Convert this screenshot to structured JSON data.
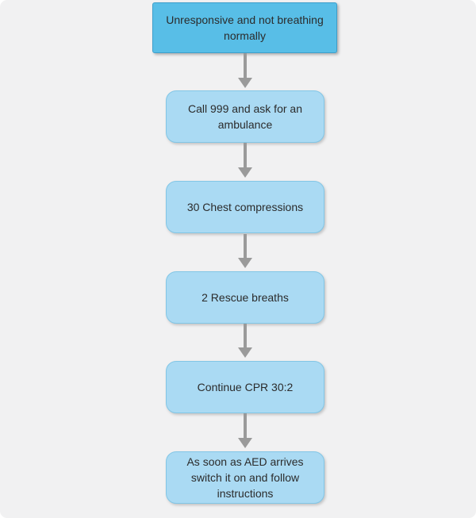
{
  "colors": {
    "background": "#f1f1f2",
    "start_node_fill": "#58bee7",
    "start_node_border": "#3d9fcb",
    "step_node_fill": "#aadaf3",
    "step_node_border": "#82c6e6",
    "arrow": "#9a9a9a",
    "text": "#2b2b2b"
  },
  "flowchart": {
    "type": "flowchart",
    "direction": "top-down",
    "nodes": [
      {
        "id": "start",
        "label": "Unresponsive and not breathing normally"
      },
      {
        "id": "step-1",
        "label": "Call 999 and ask for an ambulance"
      },
      {
        "id": "step-2",
        "label": "30 Chest compressions"
      },
      {
        "id": "step-3",
        "label": "2 Rescue breaths"
      },
      {
        "id": "step-4",
        "label": "Continue CPR 30:2"
      },
      {
        "id": "step-5",
        "label": "As soon as AED arrives switch it on and follow instructions"
      }
    ],
    "edges": [
      {
        "from": "start",
        "to": "step-1"
      },
      {
        "from": "step-1",
        "to": "step-2"
      },
      {
        "from": "step-2",
        "to": "step-3"
      },
      {
        "from": "step-3",
        "to": "step-4"
      },
      {
        "from": "step-4",
        "to": "step-5"
      }
    ]
  }
}
